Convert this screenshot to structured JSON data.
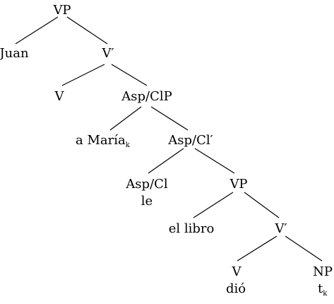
{
  "nodes": {
    "vp_root": "VP",
    "juan": "Juan",
    "vbar_1": "V′",
    "v_1": "V",
    "asp_clp": "Asp/ClP",
    "a_maria": "a María",
    "a_maria_sub": "k",
    "asp_clbar": "Asp/Cl′",
    "asp_cl": "Asp/Cl",
    "le": "le",
    "vp_2": "VP",
    "el_libro": "el libro",
    "vbar_2": "V′",
    "v_2": "V",
    "dio": "dió",
    "np": "NP",
    "trace": "t",
    "trace_sub": "k"
  }
}
